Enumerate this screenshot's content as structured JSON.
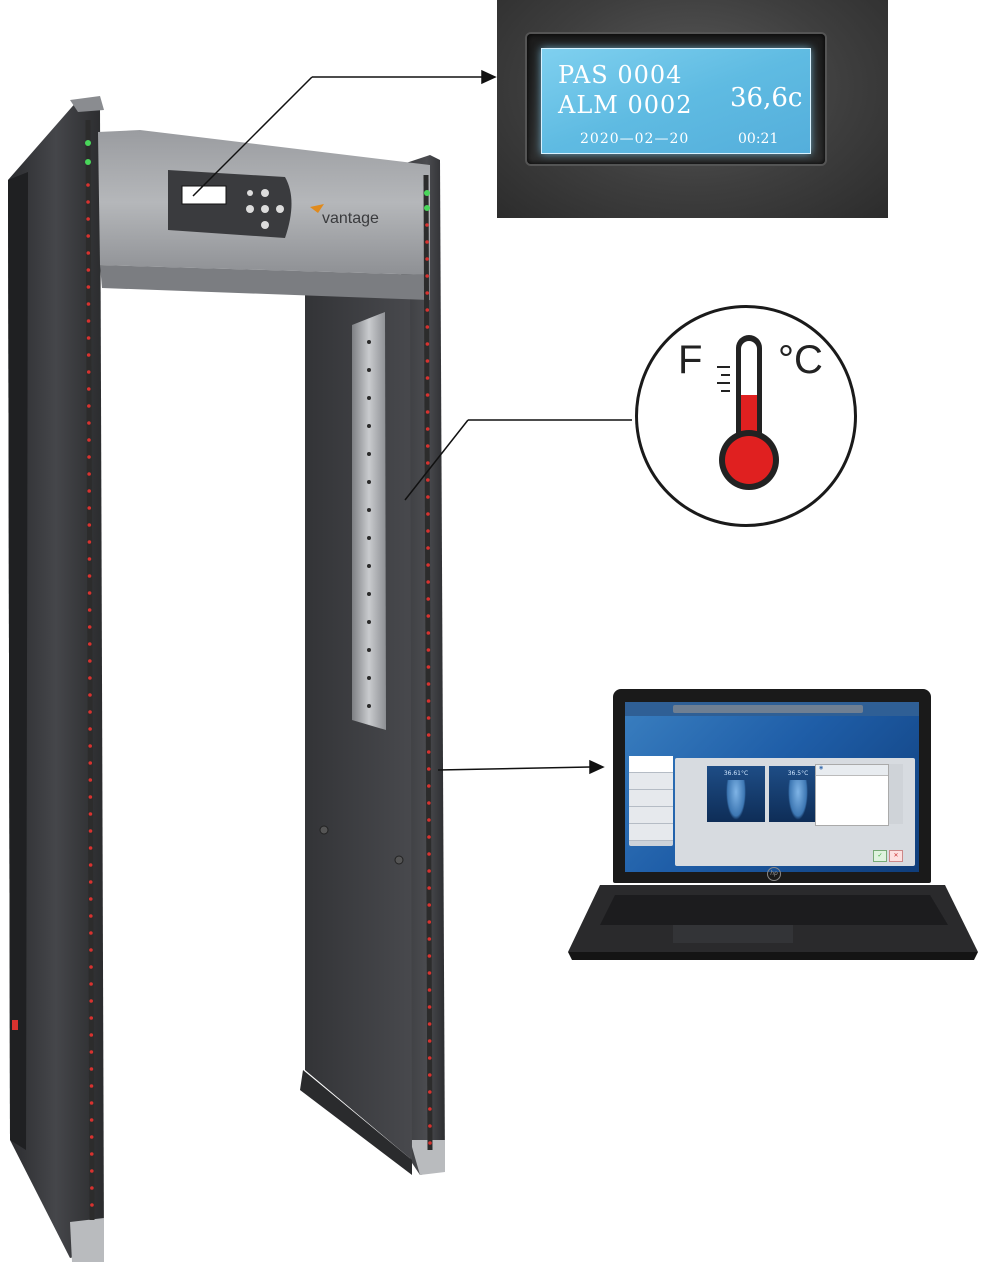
{
  "brand": {
    "logo_text": "vantage"
  },
  "lcd": {
    "row1": "PAS 0004",
    "row2": "ALM 0002",
    "temperature": "36,6c",
    "date": "2020—02—20",
    "time": "00:21"
  },
  "thermometer_badge": {
    "left_unit": "F",
    "right_unit": "°C"
  },
  "laptop_app": {
    "panel_left_temp": "36.61°C",
    "panel_right_temp": "36.5°C",
    "ok_glyph": "✓",
    "cancel_glyph": "✕"
  },
  "colors": {
    "gate_body": "#3b3c3f",
    "gate_edge": "#2a2b2d",
    "led_red": "#d8322f",
    "led_green": "#49d65a",
    "lcd_blue": "#5fbbe2",
    "thermo_red": "#e02020"
  }
}
